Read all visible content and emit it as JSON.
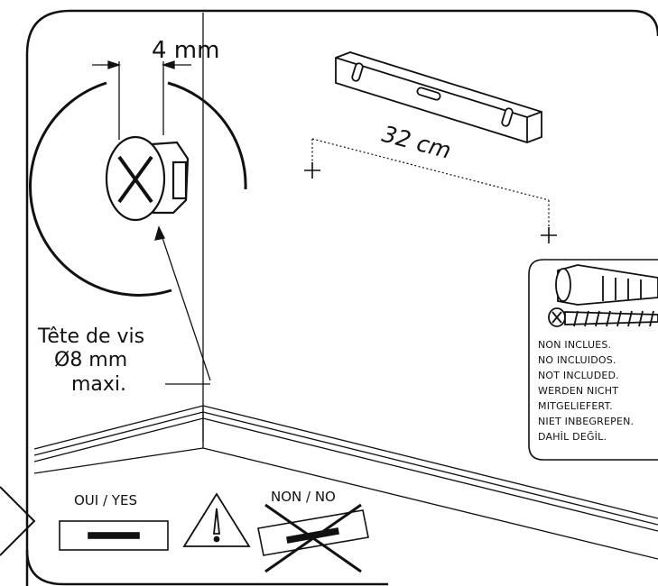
{
  "screw_spec": {
    "dimension_label": "4 mm",
    "head_label_line1": "Tête de vis",
    "head_label_line2": "Ø8 mm",
    "head_label_line3": "maxi."
  },
  "spacing": {
    "distance_label": "32 cm"
  },
  "hardware_note": {
    "lines": [
      "NON INCLUES.",
      "NO INCLUIDOS.",
      "NOT INCLUDED.",
      "WERDEN NICHT",
      "MITGELIEFERT.",
      "NIET INBEGREPEN.",
      "DAHİL DEĞİL."
    ]
  },
  "leveling": {
    "yes_label": "OUI / YES",
    "no_label": "NON / NO"
  }
}
